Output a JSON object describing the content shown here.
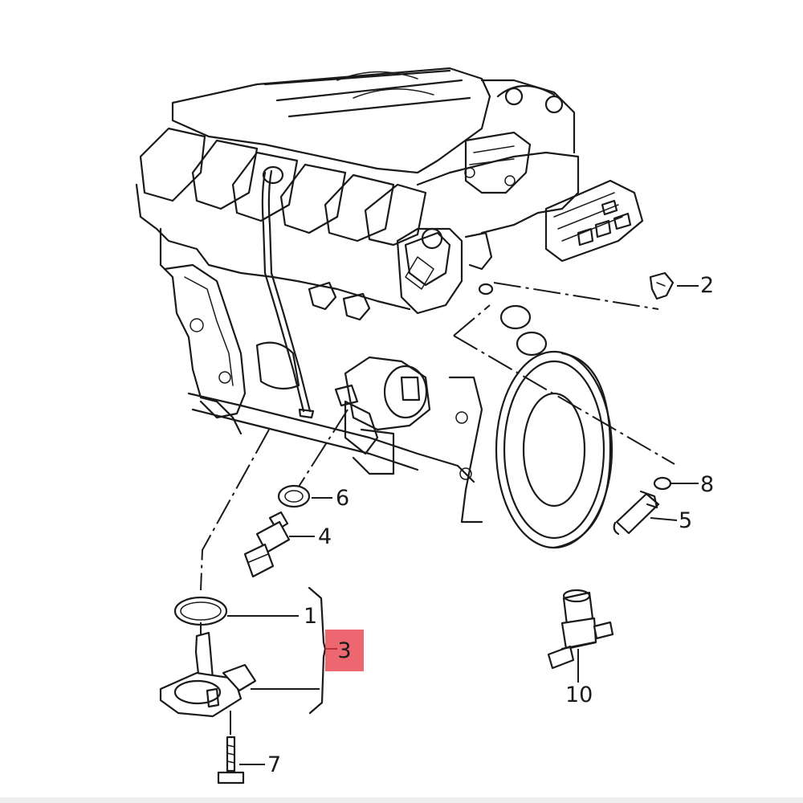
{
  "callouts": {
    "c1": "1",
    "c2": "2",
    "c3": "3",
    "c4": "4",
    "c5": "5",
    "c6": "6",
    "c7": "7",
    "c8": "8",
    "c10": "10"
  },
  "colors": {
    "highlight": "#e73c48",
    "line": "#1a1a1a",
    "background": "#ffffff"
  }
}
